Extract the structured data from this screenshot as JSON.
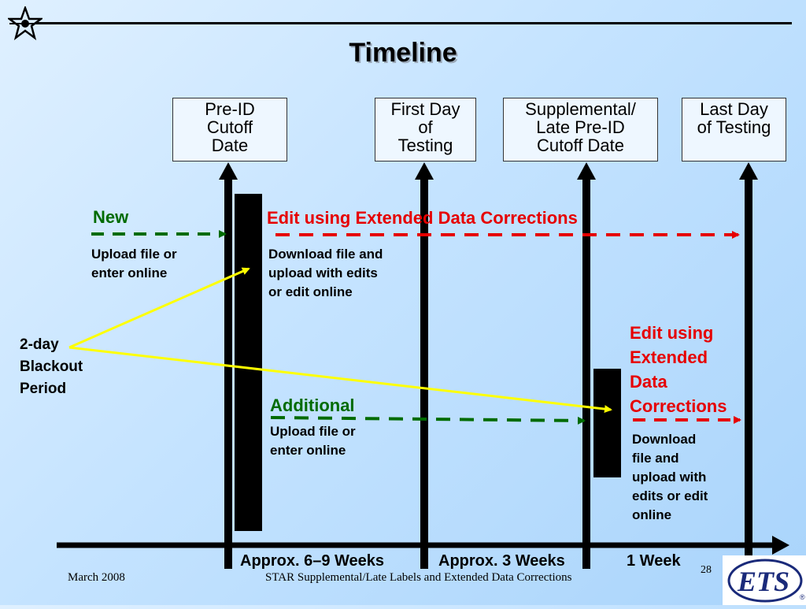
{
  "title": "Timeline",
  "milestones": [
    {
      "lines": [
        "Pre-ID",
        "Cutoff",
        "Date"
      ]
    },
    {
      "lines": [
        "First Day",
        "of",
        "Testing"
      ]
    },
    {
      "lines": [
        "Supplemental/",
        "Late Pre-ID",
        "Cutoff Date"
      ]
    },
    {
      "lines": [
        "Last Day",
        "of Testing"
      ]
    }
  ],
  "new_label": "New",
  "new_note": [
    "Upload file or",
    "enter online"
  ],
  "edit_extended_label": "Edit using Extended Data Corrections",
  "edit_extended_note": [
    "Download file and",
    "upload with edits",
    "or edit online"
  ],
  "blackout_label": [
    "2-day",
    "Blackout",
    "Period"
  ],
  "additional_label": "Additional",
  "additional_note": [
    "Upload file or",
    "enter online"
  ],
  "edit_extended_label2": [
    "Edit using",
    "Extended",
    "Data",
    "Corrections"
  ],
  "edit_extended_note2": [
    "Download",
    "file and",
    "upload with",
    "edits or edit",
    "online"
  ],
  "periods": [
    "Approx. 6–9 Weeks",
    "Approx. 3 Weeks",
    "1 Week"
  ],
  "footer": {
    "date": "March 2008",
    "text": "STAR Supplemental/Late Labels and Extended Data Corrections",
    "page": "28"
  },
  "logo_text": "ETS",
  "colors": {
    "green": "#006b00",
    "red": "#e60000",
    "yellow": "#ffff00",
    "navy": "#1a2a7a"
  }
}
